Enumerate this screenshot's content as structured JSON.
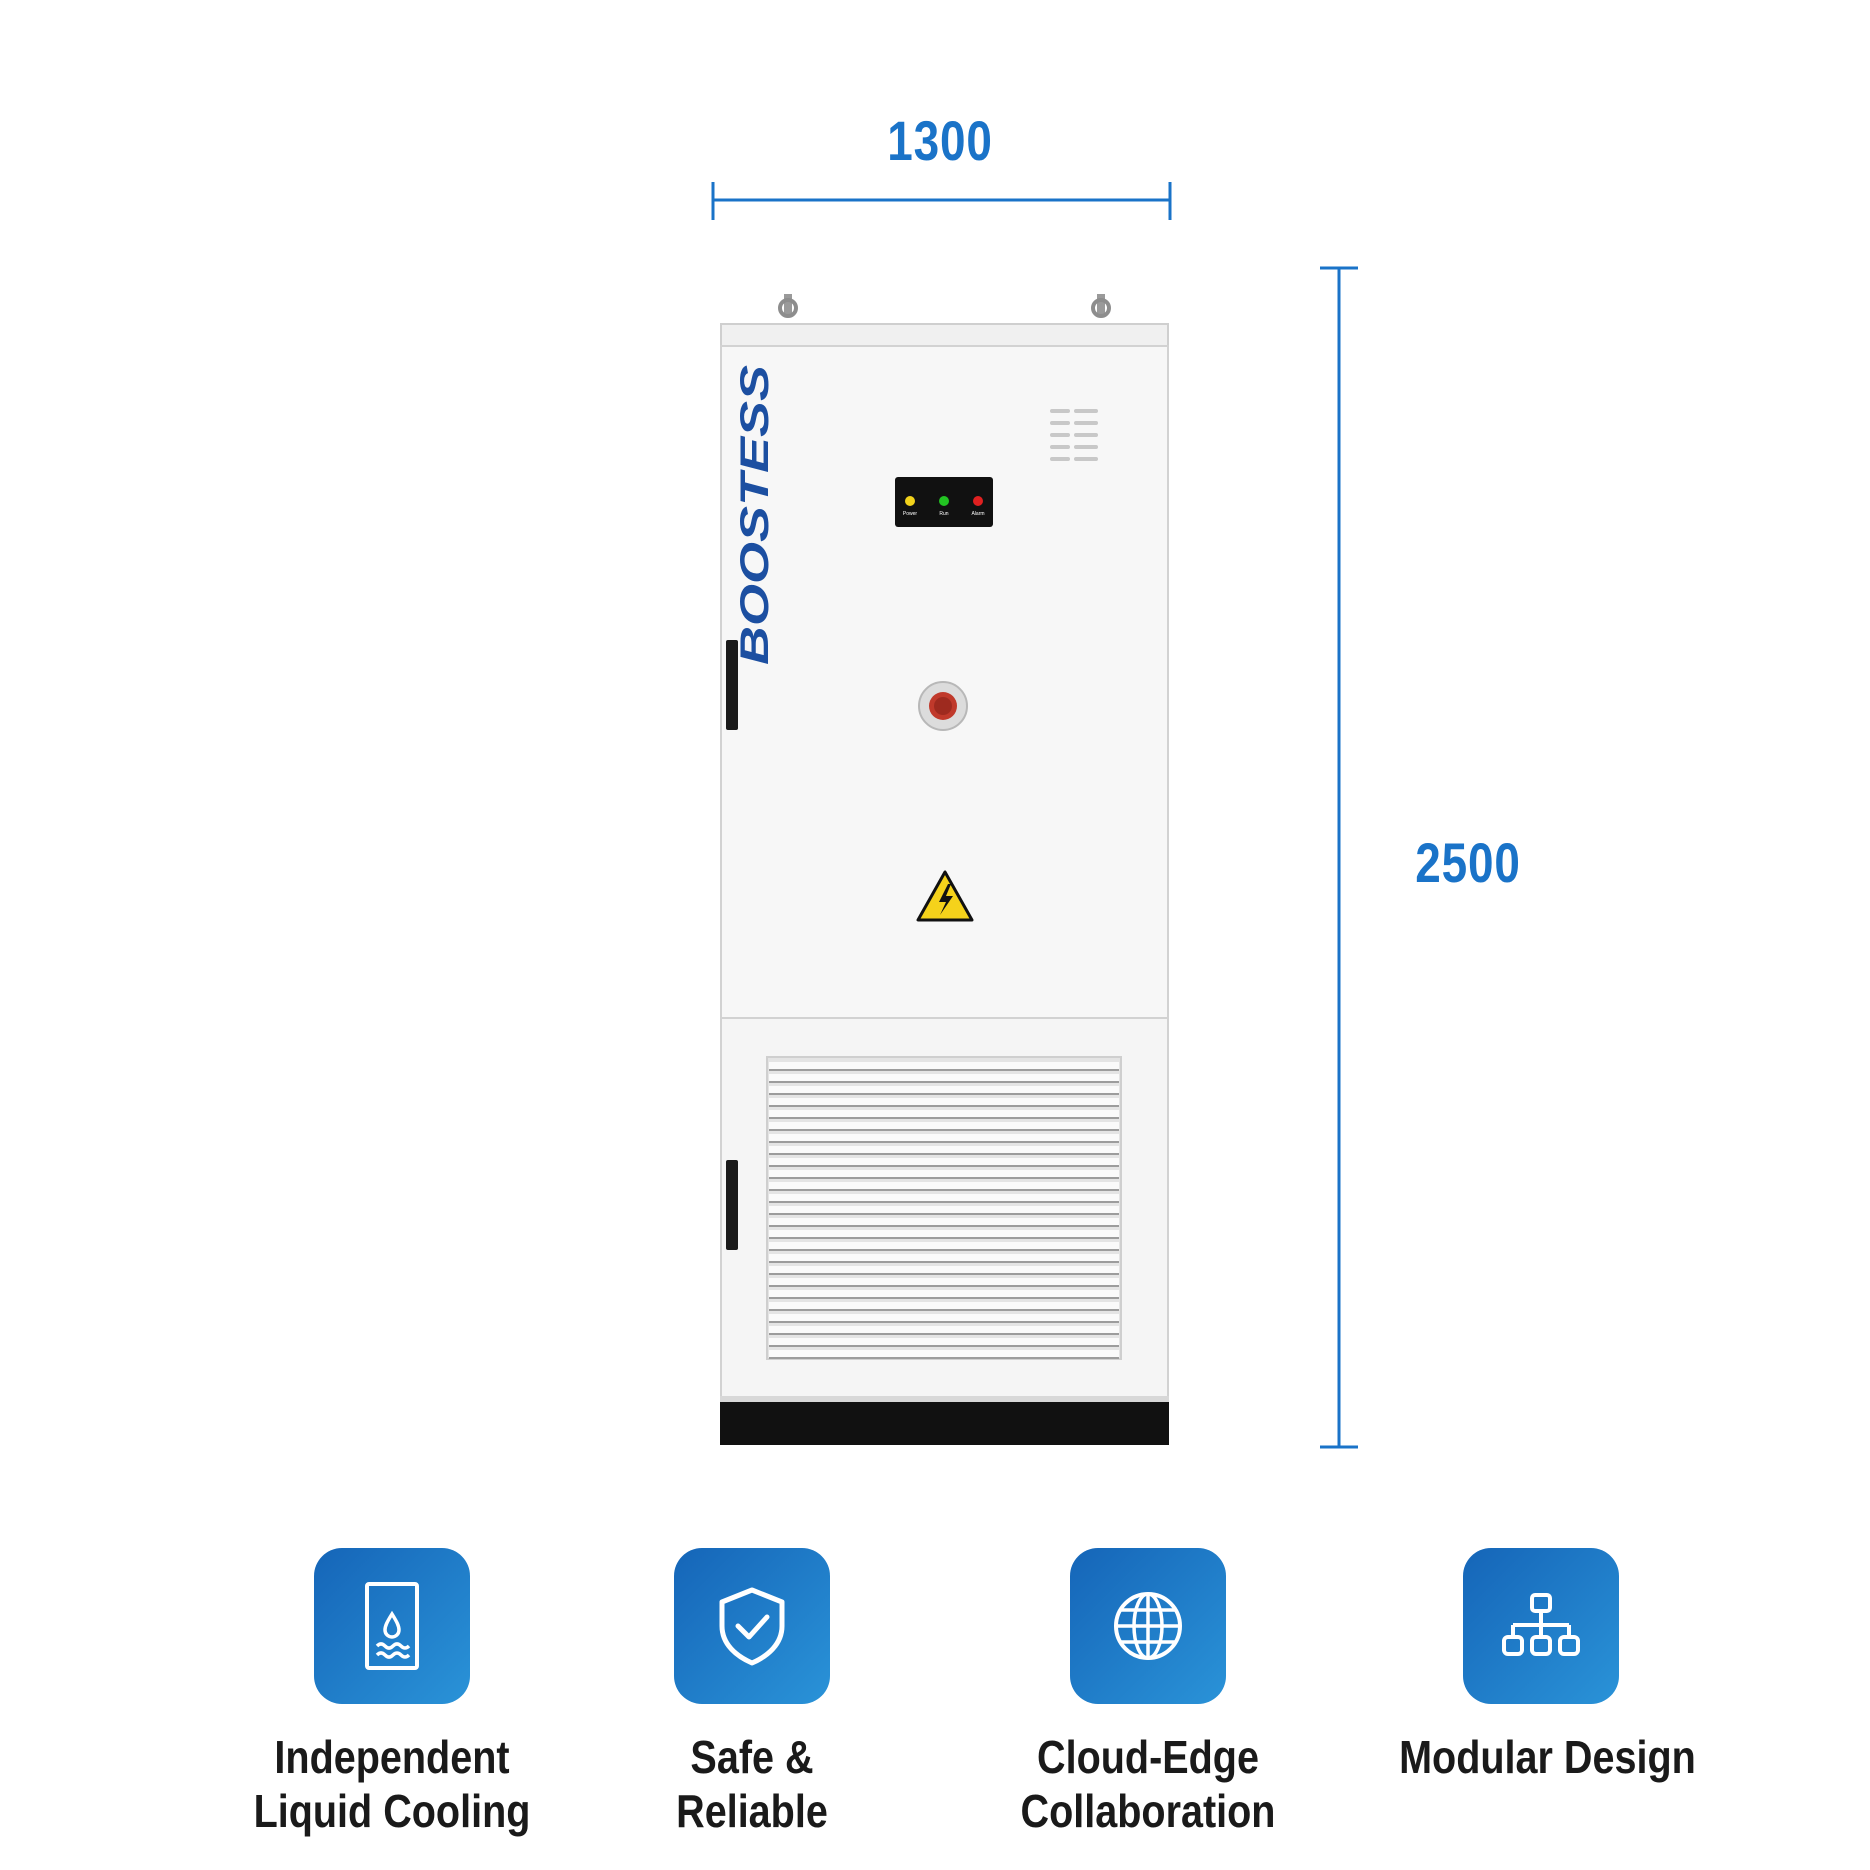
{
  "dimensions": {
    "width_label": "1300",
    "height_label": "2500",
    "line_color": "#1a73c8"
  },
  "cabinet": {
    "brand_logo": "BOOSTESS",
    "indicator_labels": [
      "Power",
      "Run",
      "Alarm"
    ],
    "indicator_colors": [
      "#f2d21b",
      "#22c322",
      "#e02020"
    ],
    "warning_sign_icon": "high-voltage-warning-icon"
  },
  "features": [
    {
      "icon": "liquid-cooling-icon",
      "label_line1": "Independent",
      "label_line2": "Liquid Cooling"
    },
    {
      "icon": "shield-check-icon",
      "label_line1": "Safe & Reliable",
      "label_line2": ""
    },
    {
      "icon": "globe-icon",
      "label_line1": "Cloud-Edge",
      "label_line2": "Collaboration"
    },
    {
      "icon": "hierarchy-icon",
      "label_line1": "Modular Design",
      "label_line2": ""
    }
  ],
  "accent_gradient": [
    "#1565b8",
    "#2a93d8"
  ]
}
